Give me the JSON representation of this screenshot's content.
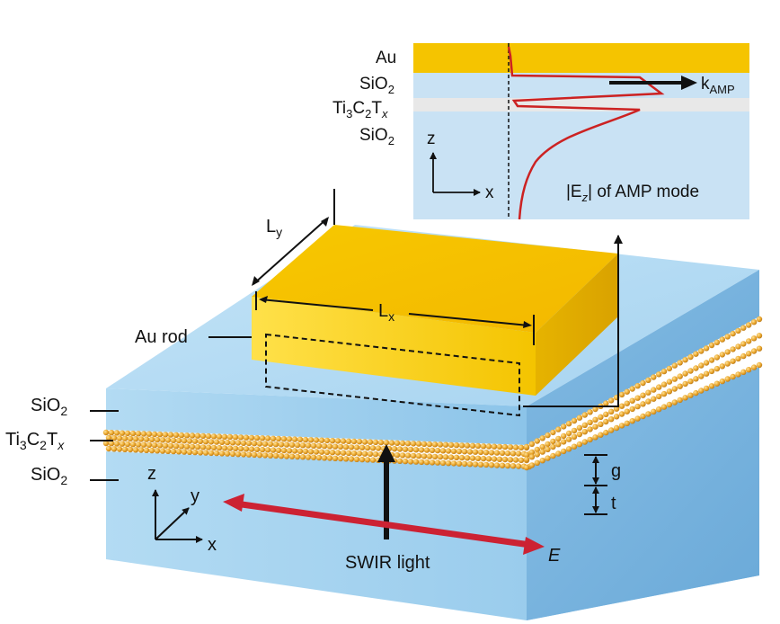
{
  "diagram": {
    "labels": {
      "au_rod": "Au rod",
      "lx": "L",
      "lx_sub": "x",
      "ly": "L",
      "ly_sub": "y",
      "sio2_top": "SiO",
      "sio2_bottom": "SiO",
      "sio2_sub": "2",
      "mxene_ti": "Ti",
      "mxene_3": "3",
      "mxene_c": "C",
      "mxene_2": "2",
      "mxene_t": "T",
      "mxene_x": "x",
      "gap": "g",
      "thickness": "t",
      "light": "SWIR light",
      "efield": "E",
      "axis_x": "x",
      "axis_y": "y",
      "axis_z": "z"
    },
    "inset": {
      "au": "Au",
      "sio2": "SiO",
      "sub2": "2",
      "kamp": "k",
      "kamp_sub": "AMP",
      "axis_z": "z",
      "axis_x": "x",
      "caption_pre": "|E",
      "caption_sub": "z",
      "caption_post": "| of AMP mode"
    },
    "colors": {
      "gold": "#f5c400",
      "gold_side": "#f0d000",
      "substrate": "#b9dcf2",
      "substrate_side": "#93c7ea",
      "field_profile": "#cc2222",
      "polarization_arrow": "#cc2233",
      "mxene_beads": "#e8a62a"
    }
  }
}
